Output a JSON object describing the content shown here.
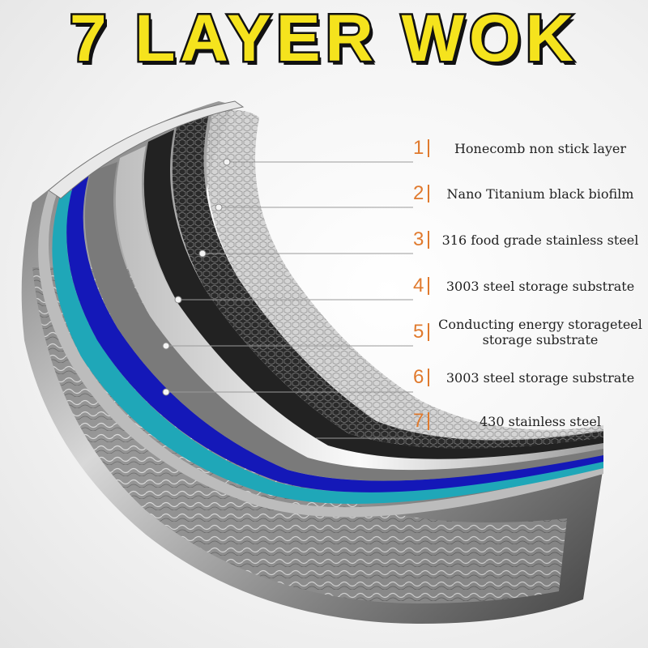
{
  "title": "7 LAYER WOK",
  "colors": {
    "title_fill": "#f5e31d",
    "number_color": "#e07a2e",
    "layer_blue": "#1418b8",
    "layer_teal": "#1fa7b8"
  },
  "layers": [
    {
      "number": "1",
      "label": "Honecomb non stick layer"
    },
    {
      "number": "2",
      "label": "Nano Titanium black biofilm"
    },
    {
      "number": "3",
      "label": "316 food grade stainless steel"
    },
    {
      "number": "4",
      "label": "3003 steel storage substrate"
    },
    {
      "number": "5",
      "label": "Conducting energy storageteel storage substrate"
    },
    {
      "number": "6",
      "label": "3003 steel storage substrate"
    },
    {
      "number": "7",
      "label": "430 stainless steel"
    }
  ]
}
